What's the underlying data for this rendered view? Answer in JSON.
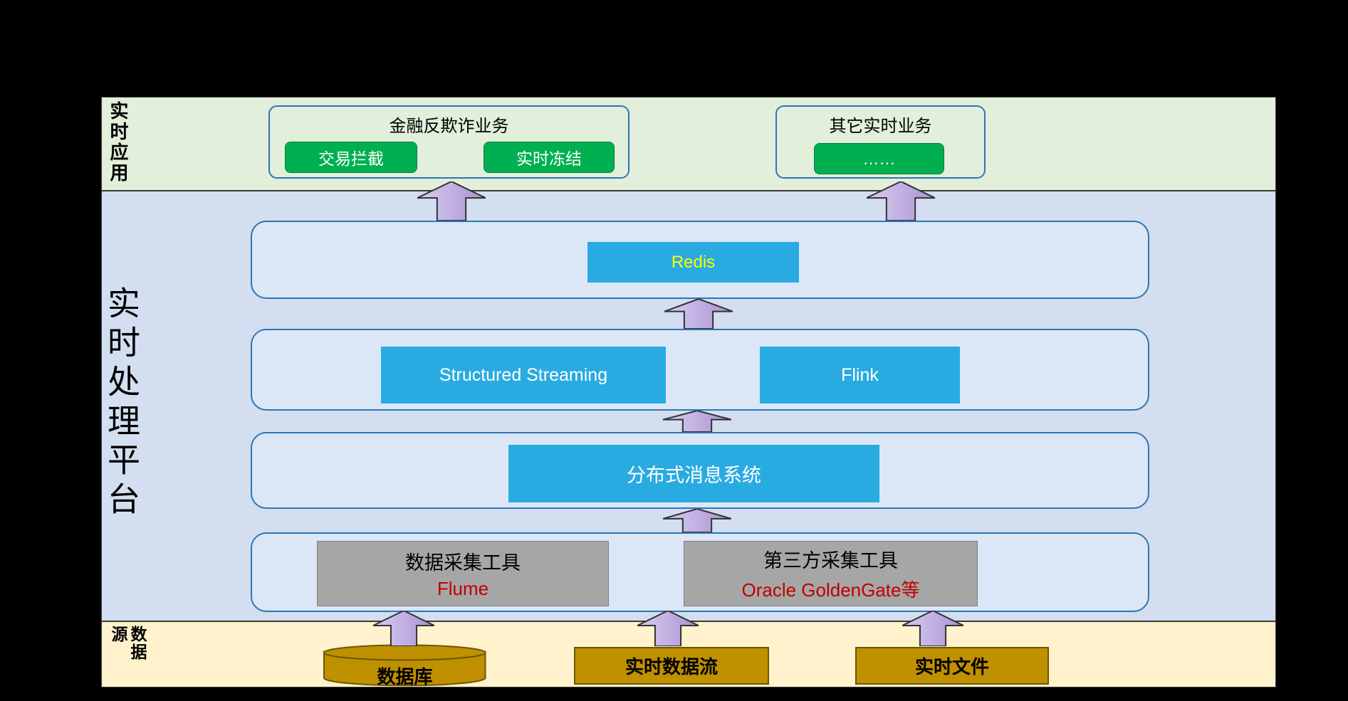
{
  "app": {
    "label": "实时应用",
    "groups": [
      {
        "title": "金融反欺诈业务",
        "buttons": [
          "交易拦截",
          "实时冻结"
        ]
      },
      {
        "title": "其它实时业务",
        "buttons": [
          "……"
        ]
      }
    ]
  },
  "platform": {
    "label": "实时处理平台",
    "redis": "Redis",
    "streaming": "Structured Streaming",
    "flink": "Flink",
    "mq": "分布式消息系统",
    "collectors": [
      {
        "title": "数据采集工具",
        "subtitle": "Flume"
      },
      {
        "title": "第三方采集工具",
        "subtitle": "Oracle GoldenGate等"
      }
    ]
  },
  "source": {
    "label": "数据源",
    "items": [
      "数据库",
      "实时数据流",
      "实时文件"
    ]
  },
  "colors": {
    "band_app": "#e2efda",
    "band_platform": "#d3dff0",
    "band_source": "#fff2cc",
    "layer_fill": "#dbe7f6",
    "layer_border": "#2e75b6",
    "box_blue": "#29abe2",
    "redis_text": "#ffff00",
    "button_green": "#00b050",
    "collector_gray": "#a6a6a6",
    "collector_red": "#c00000",
    "gold": "#bf9000",
    "arrow": "#c2b0e2"
  }
}
